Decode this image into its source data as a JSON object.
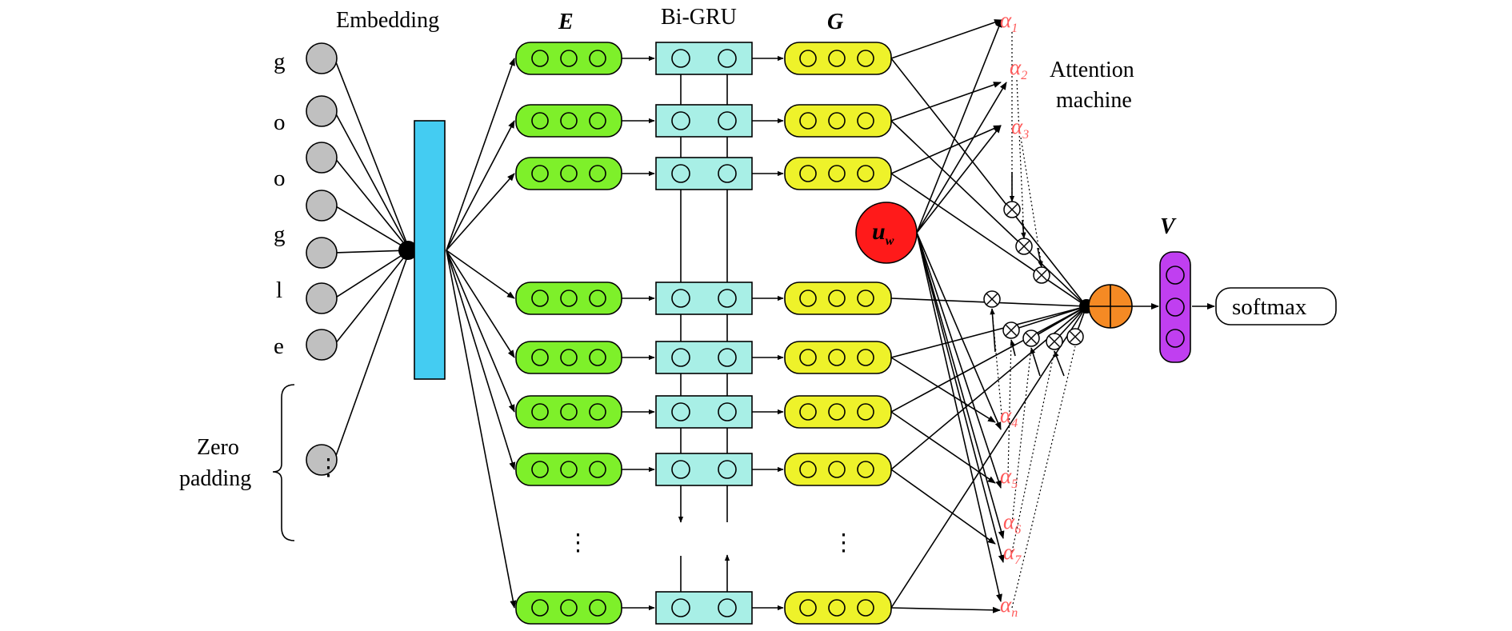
{
  "headers": {
    "embedding": "Embedding",
    "e": "E",
    "bigru": "Bi-GRU",
    "g": "G",
    "attention_line1": "Attention",
    "attention_line2": "machine",
    "v": "V"
  },
  "input_chars": [
    "g",
    "o",
    "o",
    "g",
    "l",
    "e"
  ],
  "zero_padding": {
    "line1": "Zero",
    "line2": "padding",
    "ellipsis": "⋮"
  },
  "ellipsis": "⋮",
  "uw": {
    "base": "u",
    "sub": "w"
  },
  "softmax": "softmax",
  "alphas": [
    {
      "base": "α",
      "sub": "1"
    },
    {
      "base": "α",
      "sub": "2"
    },
    {
      "base": "α",
      "sub": "3"
    },
    {
      "base": "α",
      "sub": "4"
    },
    {
      "base": "α",
      "sub": "5"
    },
    {
      "base": "α",
      "sub": "6"
    },
    {
      "base": "α",
      "sub": "7"
    },
    {
      "base": "α",
      "sub": "n"
    }
  ],
  "colors": {
    "input_node": "#c0c0c0",
    "embedding": "#44ccf2",
    "e_vector": "#7ef02a",
    "bigru": "#a8efe6",
    "g_vector": "#eef22a",
    "uw": "#ff1a1a",
    "alpha": "#ff5a5a",
    "sum": "#f58a24",
    "v_vector": "#c03ff0"
  }
}
